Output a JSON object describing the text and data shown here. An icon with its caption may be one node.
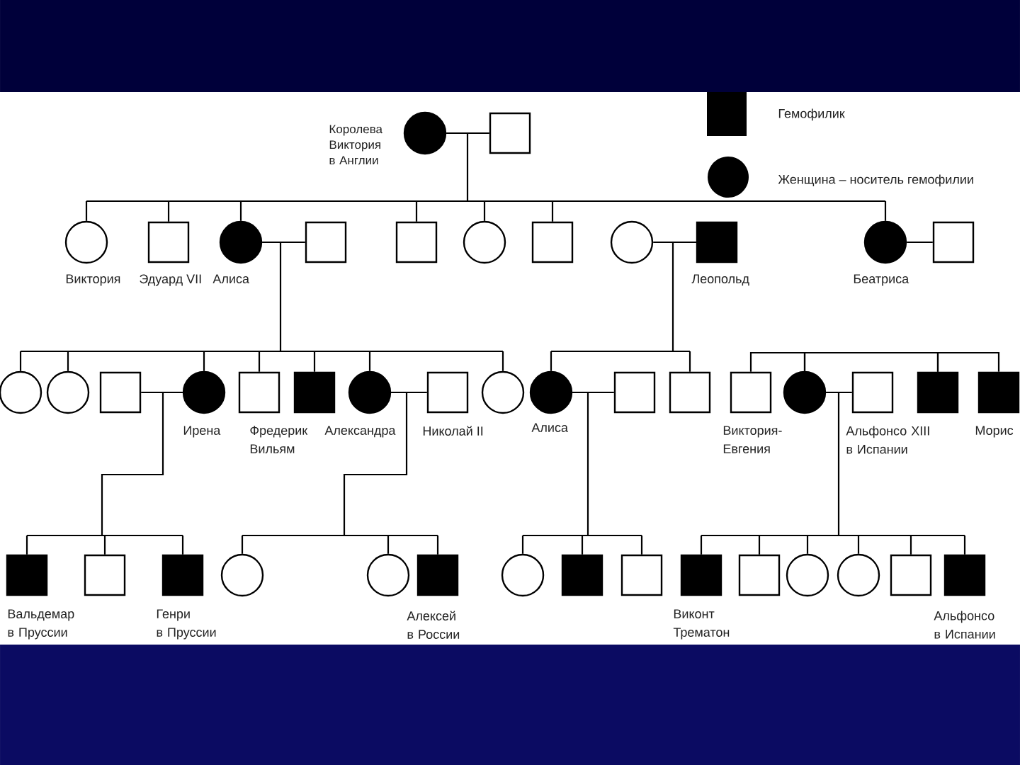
{
  "diagram": {
    "nodes": [
      {
        "text": [],
        "shape": "disc",
        "beside": [
          "Королева Виктория в Англии"
        ]
      },
      {
        "text": [],
        "shape": "box"
      },
      {
        "text": [],
        "shape": "circle",
        "beside": [
          "Виктория"
        ]
      },
      {
        "text": [],
        "shape": "box",
        "beside": [
          "Эдуард VII"
        ]
      },
      {
        "text": [],
        "shape": "disc",
        "beside": [
          "Алиса"
        ]
      },
      {
        "text": [],
        "shape": "box"
      },
      {
        "text": [],
        "shape": "box"
      },
      {
        "text": [],
        "shape": "circle"
      },
      {
        "text": [],
        "shape": "box"
      },
      {
        "text": [],
        "shape": "circle"
      },
      {
        "text": [],
        "shape": "block",
        "beside": [
          "Леопольд"
        ]
      },
      {
        "text": [],
        "shape": "disc",
        "beside": [
          "Беатриса"
        ]
      },
      {
        "text": [],
        "shape": "box"
      },
      {
        "text": [],
        "shape": "circle"
      },
      {
        "text": [],
        "shape": "circle"
      },
      {
        "text": [],
        "shape": "box"
      },
      {
        "text": [],
        "shape": "disc",
        "beside": [
          "Ирена"
        ]
      },
      {
        "text": [],
        "shape": "box"
      },
      {
        "text": [],
        "shape": "block",
        "beside": [
          "Фредерик Вильям"
        ]
      },
      {
        "text": [],
        "shape": "disc",
        "beside": [
          "Александра"
        ]
      },
      {
        "text": [],
        "shape": "box",
        "beside": [
          "Николай II"
        ]
      },
      {
        "text": [],
        "shape": "circle"
      },
      {
        "text": [],
        "shape": "disc",
        "beside": [
          "Алиса"
        ]
      },
      {
        "text": [],
        "shape": "box"
      },
      {
        "text": [],
        "shape": "box"
      },
      {
        "text": [],
        "shape": "box"
      },
      {
        "text": [],
        "shape": "disc",
        "beside": [
          "Виктория-Евгения"
        ]
      },
      {
        "text": [],
        "shape": "box",
        "beside": [
          "Альфонсо XIII в Испании"
        ]
      },
      {
        "text": [],
        "shape": "block"
      },
      {
        "text": [],
        "shape": "block",
        "beside": [
          "Морис"
        ]
      },
      {
        "text": [],
        "shape": "block",
        "beside": [
          "Вальдемар в Пруссии"
        ]
      },
      {
        "text": [],
        "shape": "box"
      },
      {
        "text": [],
        "shape": "block",
        "beside": [
          "Генри в Пруссии"
        ]
      },
      {
        "text": [],
        "shape": "circle"
      },
      {
        "text": [],
        "shape": "circle"
      },
      {
        "text": [],
        "shape": "block",
        "beside": [
          "Алексей в России"
        ]
      },
      {
        "text": [],
        "shape": "circle"
      },
      {
        "text": [],
        "shape": "block"
      },
      {
        "text": [],
        "shape": "box"
      },
      {
        "text": [],
        "shape": "block",
        "beside": [
          "Виконт Трематон"
        ]
      },
      {
        "text": [],
        "shape": "box"
      },
      {
        "text": [],
        "shape": "circle"
      },
      {
        "text": [],
        "shape": "circle"
      },
      {
        "text": [],
        "shape": "box"
      },
      {
        "text": [],
        "shape": "block",
        "beside": [
          "Альфонсо в Испании"
        ]
      }
    ],
    "edges": [
      {
        "from": 0,
        "to": 1,
        "arrow": "none"
      },
      {
        "from": 0,
        "to": 2,
        "arrow": "none"
      },
      {
        "from": 0,
        "to": 3,
        "arrow": "none"
      },
      {
        "from": 0,
        "to": 4,
        "arrow": "none"
      },
      {
        "from": 0,
        "to": 6,
        "arrow": "none"
      },
      {
        "from": 0,
        "to": 7,
        "arrow": "none"
      },
      {
        "from": 0,
        "to": 8,
        "arrow": "none"
      },
      {
        "from": 0,
        "to": 11,
        "arrow": "none"
      },
      {
        "from": 4,
        "to": 5,
        "arrow": "none"
      },
      {
        "from": 4,
        "to": 13,
        "arrow": "none"
      },
      {
        "from": 4,
        "to": 14,
        "arrow": "none"
      },
      {
        "from": 4,
        "to": 16,
        "arrow": "none"
      },
      {
        "from": 4,
        "to": 17,
        "arrow": "none"
      },
      {
        "from": 4,
        "to": 18,
        "arrow": "none"
      },
      {
        "from": 4,
        "to": 19,
        "arrow": "none"
      },
      {
        "from": 4,
        "to": 21,
        "arrow": "none"
      },
      {
        "from": 9,
        "to": 10,
        "arrow": "none"
      },
      {
        "from": 10,
        "to": 22,
        "arrow": "none"
      },
      {
        "from": 10,
        "to": 24,
        "arrow": "none"
      },
      {
        "from": 11,
        "to": 12,
        "arrow": "none"
      },
      {
        "from": 25,
        "to": 26,
        "arrow": "none"
      },
      {
        "from": 26,
        "to": 28,
        "arrow": "none"
      },
      {
        "from": 28,
        "to": 29,
        "arrow": "none"
      },
      {
        "from": 15,
        "to": 16,
        "arrow": "none"
      },
      {
        "from": 16,
        "to": 30,
        "arrow": "none"
      },
      {
        "from": 16,
        "to": 31,
        "arrow": "none"
      },
      {
        "from": 16,
        "to": 32,
        "arrow": "none"
      },
      {
        "from": 19,
        "to": 20,
        "arrow": "none"
      },
      {
        "from": 19,
        "to": 33,
        "arrow": "none"
      },
      {
        "from": 19,
        "to": 34,
        "arrow": "none"
      },
      {
        "from": 19,
        "to": 35,
        "arrow": "none"
      },
      {
        "from": 22,
        "to": 23,
        "arrow": "none"
      },
      {
        "from": 22,
        "to": 36,
        "arrow": "none"
      },
      {
        "from": 22,
        "to": 37,
        "arrow": "none"
      },
      {
        "from": 22,
        "to": 38,
        "arrow": "none"
      },
      {
        "from": 26,
        "to": 27,
        "arrow": "none"
      },
      {
        "from": 26,
        "to": 39,
        "arrow": "none"
      },
      {
        "from": 26,
        "to": 40,
        "arrow": "none"
      },
      {
        "from": 26,
        "to": 41,
        "arrow": "none"
      },
      {
        "from": 26,
        "to": 42,
        "arrow": "none"
      },
      {
        "from": 26,
        "to": 43,
        "arrow": "none"
      },
      {
        "from": 26,
        "to": 44,
        "arrow": "none"
      }
    ],
    "legend": [
      {
        "text": "Гемофилик"
      },
      {
        "text": "Женщина – носитель гемофилии"
      }
    ]
  }
}
